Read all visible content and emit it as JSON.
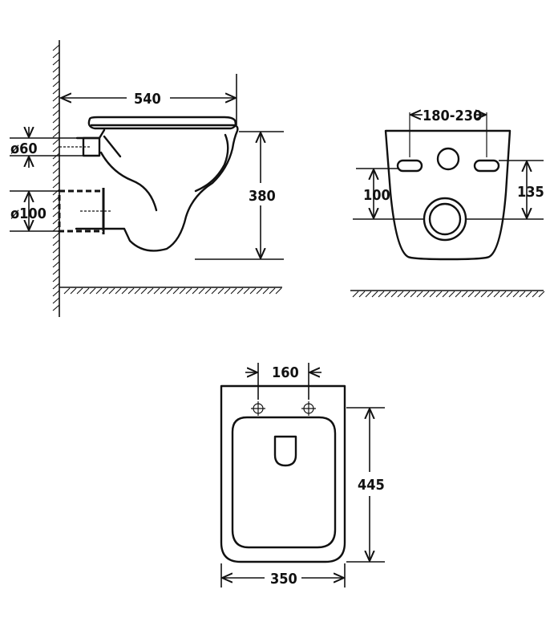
{
  "side_view": {
    "width_label": "540",
    "height_label": "380",
    "inlet_label": "ø60",
    "outlet_label": "ø100"
  },
  "rear_view": {
    "spacing_label": "180-230",
    "left_height_label": "100",
    "right_height_label": "135"
  },
  "top_view": {
    "hole_spacing_label": "160",
    "length_label": "445",
    "width_label": "350"
  }
}
